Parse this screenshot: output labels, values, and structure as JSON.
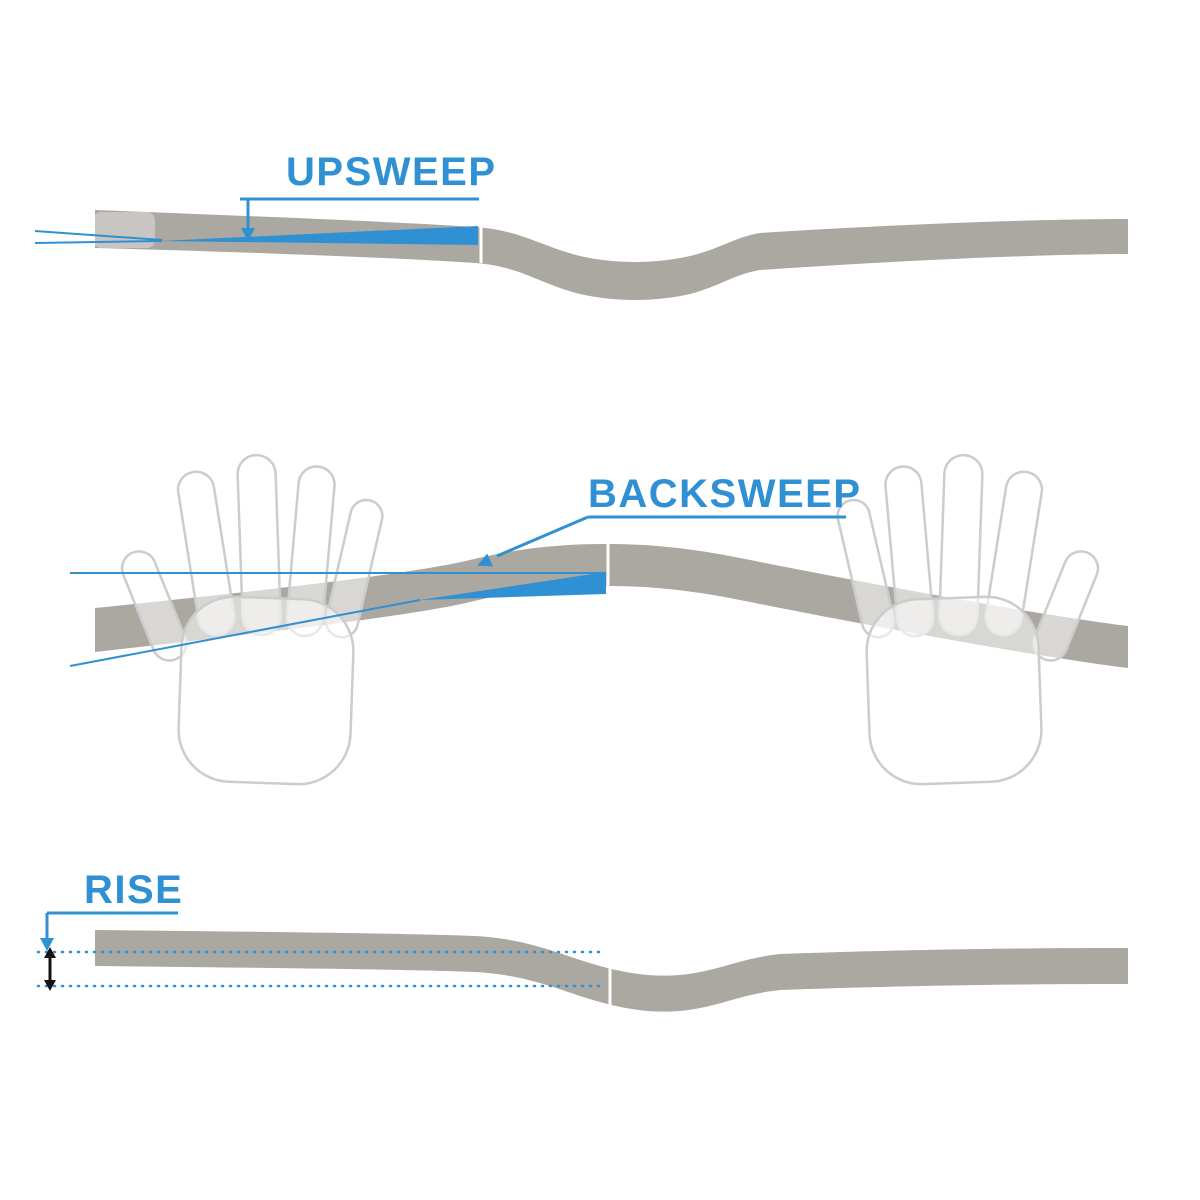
{
  "colors": {
    "accent": "#2f90d3",
    "bar": "#aba7a1",
    "hand_stroke": "#cccccc",
    "arrow_black": "#141414",
    "background": "#ffffff"
  },
  "labels": {
    "upsweep": "UPSWEEP",
    "backsweep": "BACKSWEEP",
    "rise": "RISE"
  }
}
